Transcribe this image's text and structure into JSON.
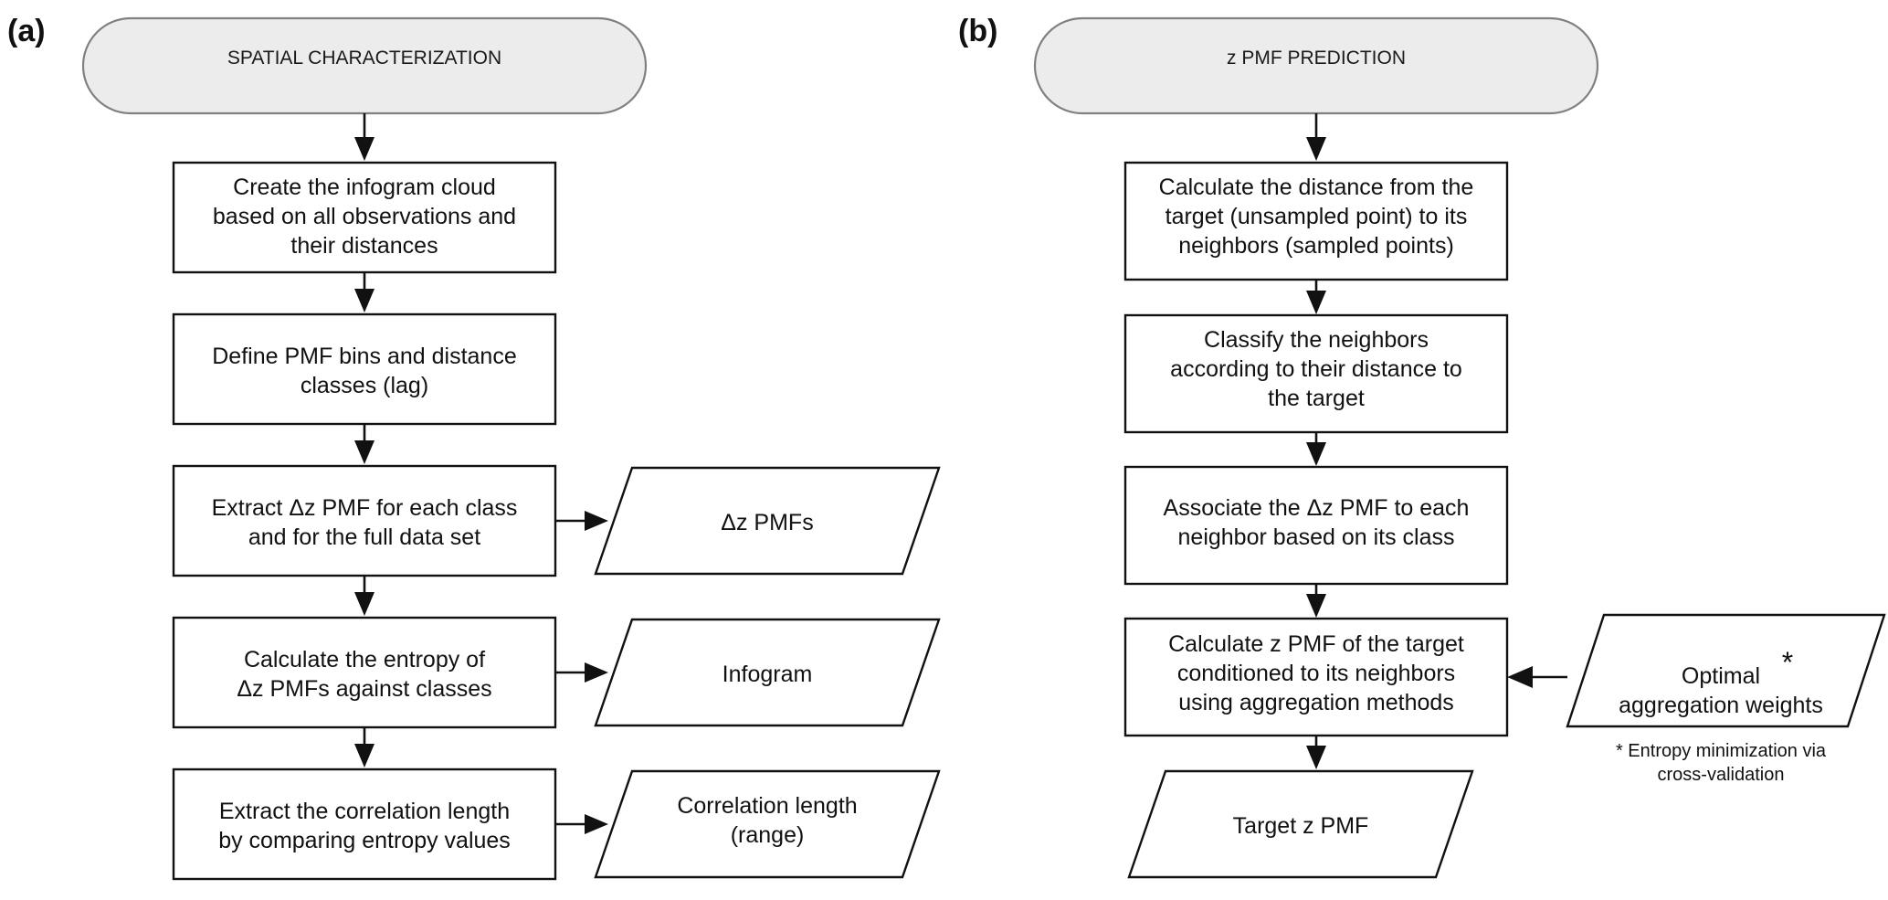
{
  "figure": {
    "type": "flowchart",
    "background_color": "#ffffff",
    "line_color": "#111111",
    "terminator_fill": "#ececec",
    "terminator_stroke": "#808080"
  },
  "panels": [
    {
      "id": "a",
      "label": "(a)",
      "terminator": "SPATIAL CHARACTERIZATION",
      "steps": [
        {
          "id": "a1",
          "lines": [
            "Create the infogram cloud",
            "based on all observations and",
            "their distances"
          ]
        },
        {
          "id": "a2",
          "lines": [
            "Define PMF bins and distance",
            "classes (lag)"
          ]
        },
        {
          "id": "a3",
          "lines": [
            "Extract Δz PMF for each class",
            "and for the full data set"
          ]
        },
        {
          "id": "a4",
          "lines": [
            "Calculate the entropy of",
            "Δz PMFs against classes"
          ]
        },
        {
          "id": "a5",
          "lines": [
            "Extract the correlation length",
            "by comparing entropy values"
          ]
        }
      ],
      "outputs": [
        {
          "id": "ao1",
          "from": "a3",
          "lines": [
            "Δz PMFs"
          ]
        },
        {
          "id": "ao2",
          "from": "a4",
          "lines": [
            "Infogram"
          ]
        },
        {
          "id": "ao3",
          "from": "a5",
          "lines": [
            "Correlation length",
            "(range)"
          ]
        }
      ]
    },
    {
      "id": "b",
      "label": "(b)",
      "terminator": "z PMF PREDICTION",
      "steps": [
        {
          "id": "b1",
          "lines": [
            "Calculate the distance from the",
            "target (unsampled point) to its",
            "neighbors (sampled points)"
          ]
        },
        {
          "id": "b2",
          "lines": [
            "Classify the neighbors",
            "according to their distance to",
            "the target"
          ]
        },
        {
          "id": "b3",
          "lines": [
            "Associate the Δz PMF to each",
            "neighbor based on its class"
          ]
        },
        {
          "id": "b4",
          "lines": [
            "Calculate z PMF of the target",
            "conditioned to its neighbors",
            "using aggregation methods"
          ]
        }
      ],
      "inputs": [
        {
          "id": "bi1",
          "to": "b4",
          "lines": [
            "Optimal",
            "aggregation weights"
          ],
          "superscript": "*"
        }
      ],
      "outputs": [
        {
          "id": "bo1",
          "from": "b4",
          "lines": [
            "Target z PMF"
          ]
        }
      ],
      "footnote": [
        "* Entropy minimization via",
        "cross-validation"
      ]
    }
  ]
}
